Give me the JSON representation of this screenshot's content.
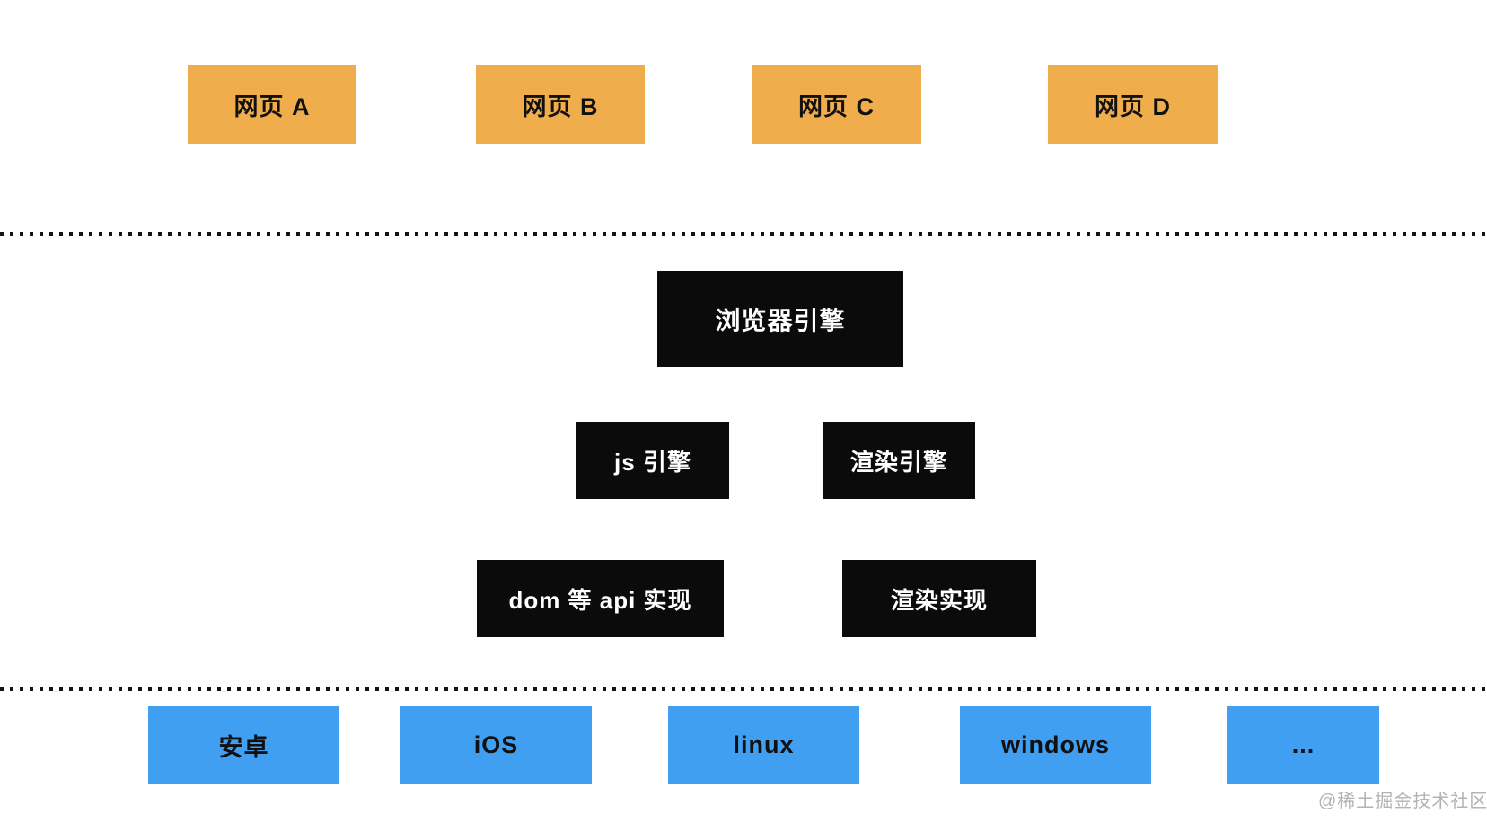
{
  "diagram": {
    "webpages": [
      {
        "label": "网页 A"
      },
      {
        "label": "网页 B"
      },
      {
        "label": "网页 C"
      },
      {
        "label": "网页 D"
      }
    ],
    "browser_engine_label": "浏览器引擎",
    "engines": [
      {
        "label": "js 引擎"
      },
      {
        "label": "渲染引擎"
      }
    ],
    "implementations": [
      {
        "label": "dom 等 api 实现"
      },
      {
        "label": "渲染实现"
      }
    ],
    "platforms": [
      {
        "label": "安卓"
      },
      {
        "label": "iOS"
      },
      {
        "label": "linux"
      },
      {
        "label": "windows"
      },
      {
        "label": "..."
      }
    ],
    "watermark": "@稀土掘金技术社区",
    "colors": {
      "background": "#ffffff",
      "webpage_box": "#f0ad4c",
      "engine_box": "#0b0b0b",
      "platform_box": "#419ff2",
      "dark_text": "#111111",
      "light_text": "#ffffff",
      "dot_line": "#141414",
      "watermark_text": "#b3b3b3"
    }
  }
}
